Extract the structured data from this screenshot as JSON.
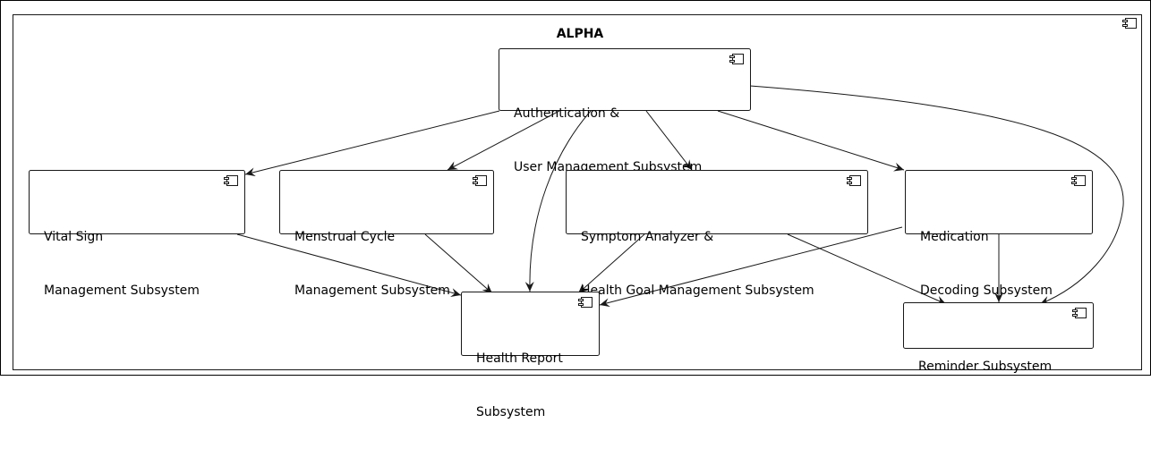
{
  "diagram": {
    "package_title": "ALPHA",
    "components": {
      "auth": {
        "line1": "Authentication &",
        "line2": "User Management Subsystem"
      },
      "vital": {
        "line1": "Vital Sign",
        "line2": "Management Subsystem"
      },
      "menstrual": {
        "line1": "Menstrual Cycle",
        "line2": "Management Subsystem"
      },
      "symptom": {
        "line1": "Symptom Analyzer &",
        "line2": "Health Goal Management Subsystem"
      },
      "medication": {
        "line1": "Medication",
        "line2": "Decoding Subsystem"
      },
      "health_report": {
        "line1": "Health Report",
        "line2": "Subsystem"
      },
      "reminder": {
        "line1": "Reminder Subsystem"
      }
    },
    "icons": {
      "component": "component-icon"
    }
  }
}
